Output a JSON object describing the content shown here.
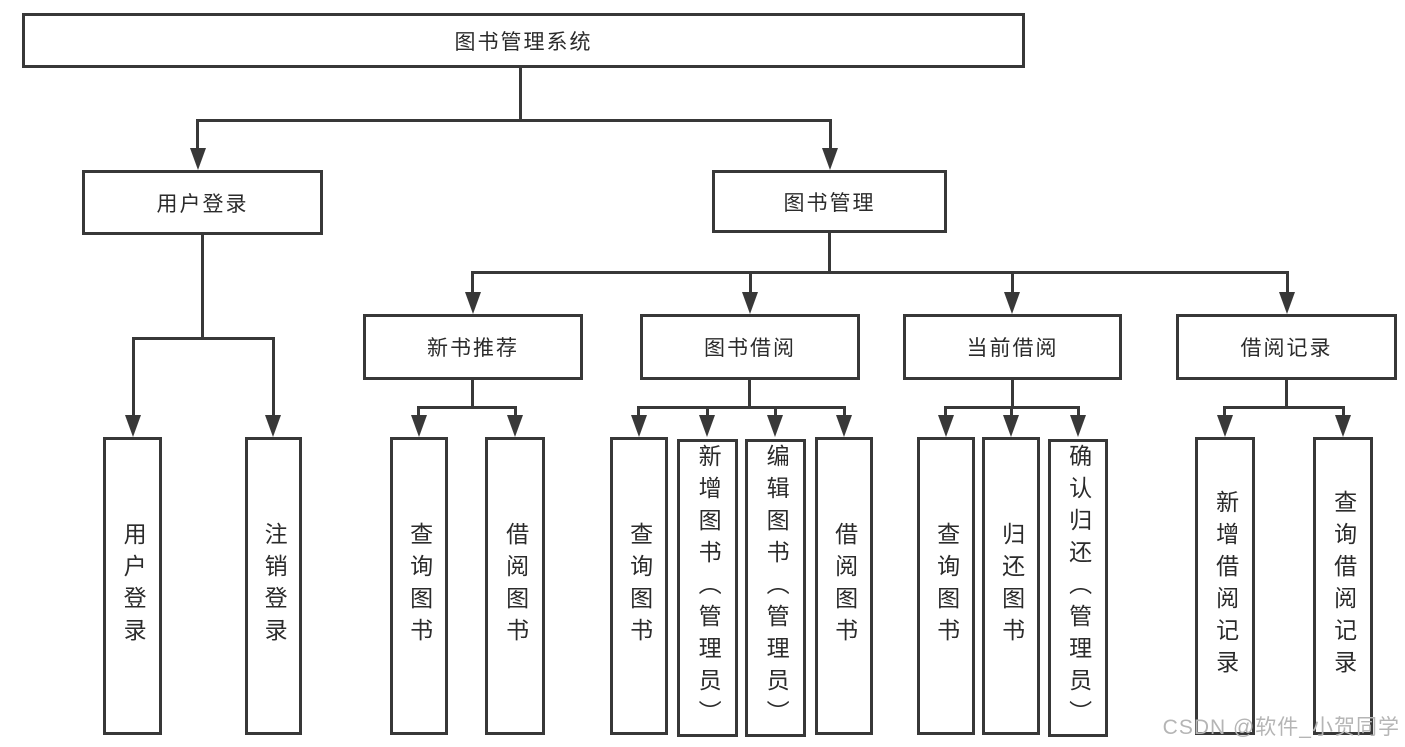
{
  "nodes": {
    "root": "图书管理系统",
    "user_login": "用户登录",
    "book_mgmt": "图书管理",
    "new_book": "新书推荐",
    "book_borrow": "图书借阅",
    "current_borrow": "当前借阅",
    "borrow_record": "借阅记录"
  },
  "leaves": {
    "user_login": [
      "用户登录",
      "注销登录"
    ],
    "new_book": [
      "查询图书",
      "借阅图书"
    ],
    "book_borrow": [
      "查询图书",
      "新增图书（管理员）",
      "编辑图书（管理员）",
      "借阅图书"
    ],
    "current_borrow": [
      "查询图书",
      "归还图书",
      "确认归还（管理员）"
    ],
    "borrow_record": [
      "新增借阅记录",
      "查询借阅记录"
    ]
  },
  "watermark": "CSDN @软件_小贺同学",
  "colors": {
    "line": "#383838",
    "text": "#2b2b2b",
    "watermark": "#b5b5b5",
    "background": "#ffffff"
  }
}
